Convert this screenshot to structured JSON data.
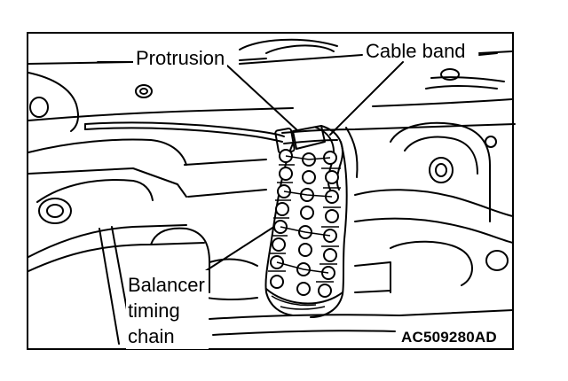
{
  "labels": {
    "protrusion": "Protrusion",
    "cable_band": "Cable band",
    "balancer_line1": "Balancer",
    "balancer_line2": "timing",
    "balancer_line3": "chain"
  },
  "figure_code": "AC509280AD",
  "colors": {
    "ink": "#000000",
    "paper": "#ffffff"
  }
}
